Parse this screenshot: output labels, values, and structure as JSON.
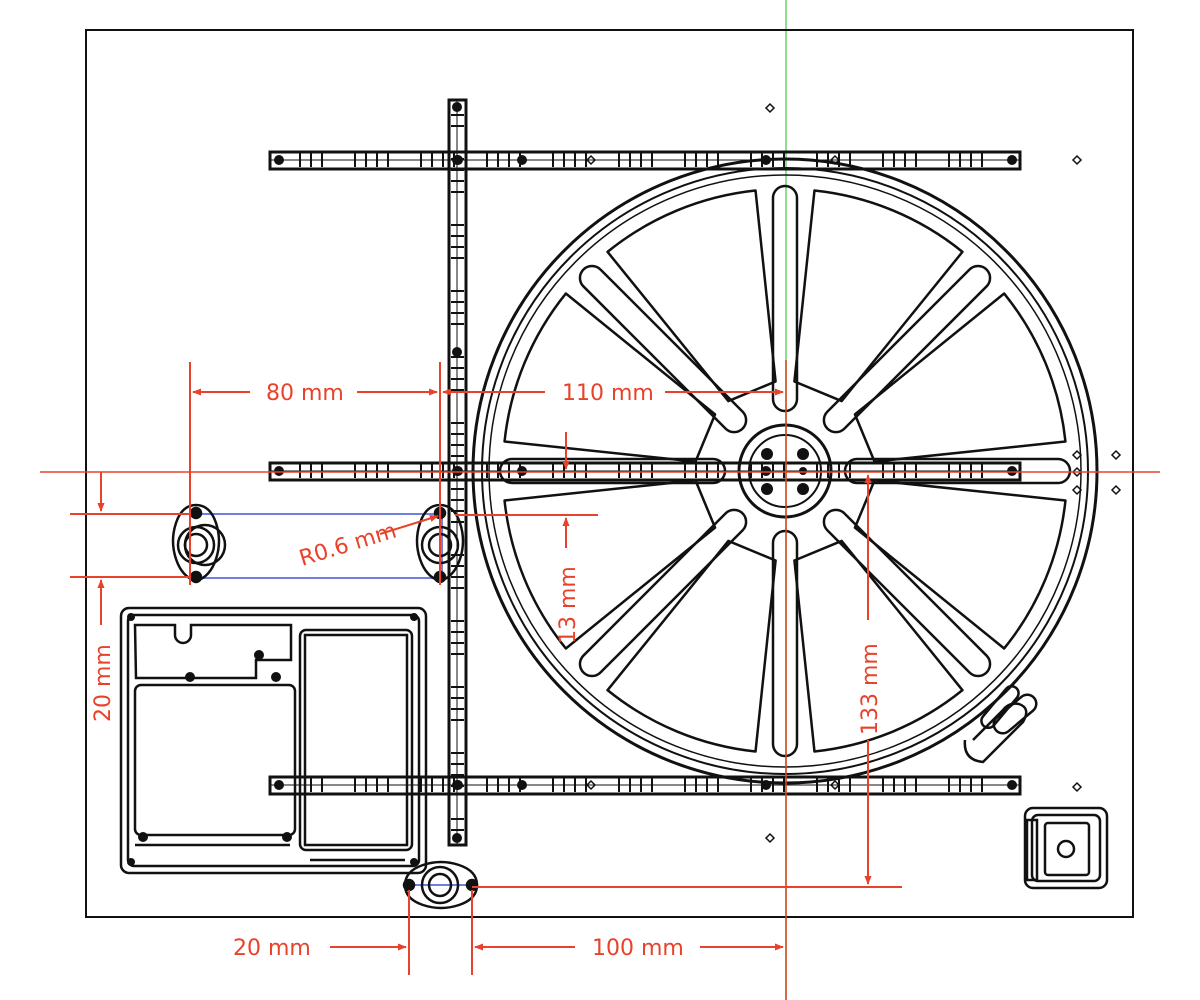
{
  "colors": {
    "background": "#ffffff",
    "line": "#111111",
    "dimension": "#e8432a",
    "highlight": "#6d7fe0",
    "guide": "#8ee08e"
  },
  "dimensions": {
    "d80": "80 mm",
    "d110": "110 mm",
    "r06": "R0.6 mm",
    "d13": "13 mm",
    "d133": "133 mm",
    "d20_left": "20 mm",
    "d20_bottom": "20 mm",
    "d100": "100 mm"
  }
}
